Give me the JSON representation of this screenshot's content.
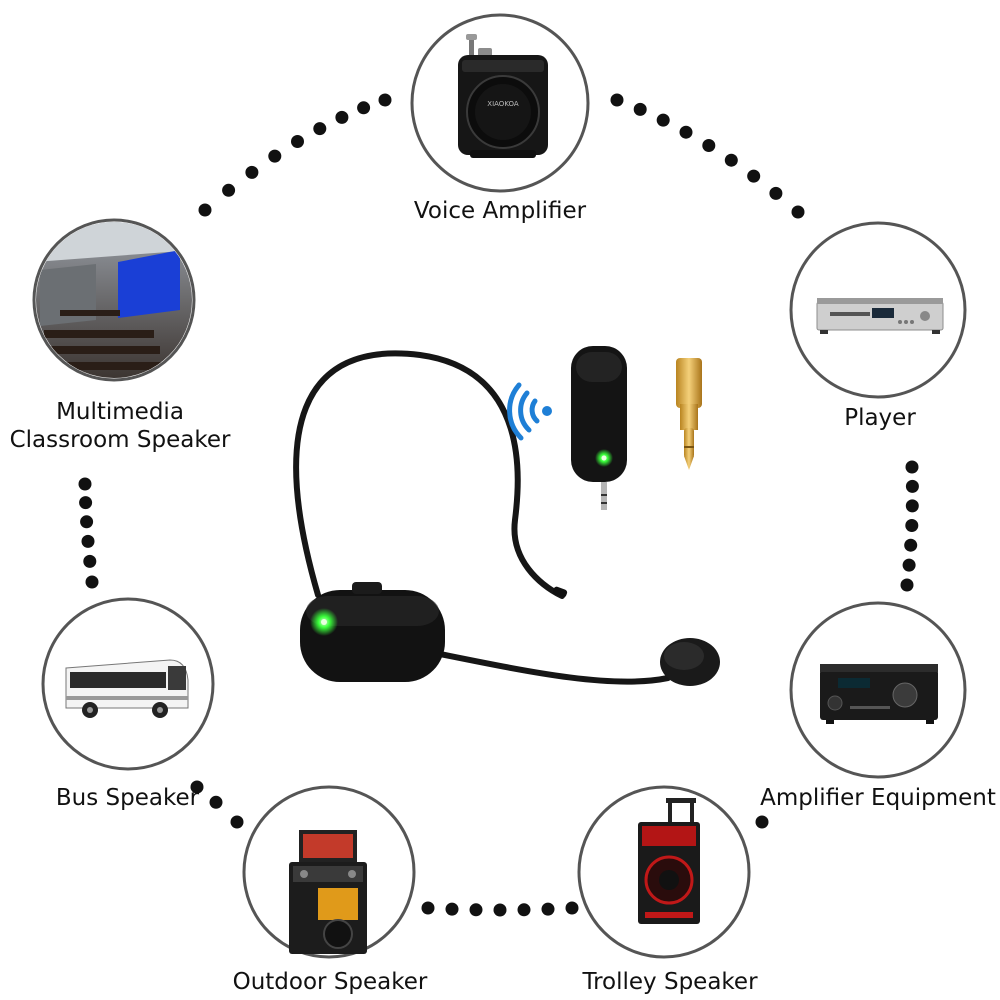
{
  "center": {
    "product": "wireless headset microphone with receiver and 6.35mm adapter"
  },
  "nodes": [
    {
      "id": "voice-amplifier",
      "label": "Voice Amplifier",
      "device_text": "XIAOKOA"
    },
    {
      "id": "player",
      "label": "Player"
    },
    {
      "id": "amplifier-equipment",
      "label": "Amplifier Equipment"
    },
    {
      "id": "trolley-speaker",
      "label": "Trolley Speaker"
    },
    {
      "id": "outdoor-speaker",
      "label": "Outdoor Speaker"
    },
    {
      "id": "bus-speaker",
      "label": "Bus Speaker"
    },
    {
      "id": "multimedia-classroom",
      "label_line1": "Multimedia",
      "label_line2": "Classroom Speaker"
    }
  ],
  "colors": {
    "ring": "#555555",
    "dots": "#111111",
    "wifi": "#1e7fd6",
    "led": "#39ff3a",
    "gold": "#d9a93a"
  }
}
